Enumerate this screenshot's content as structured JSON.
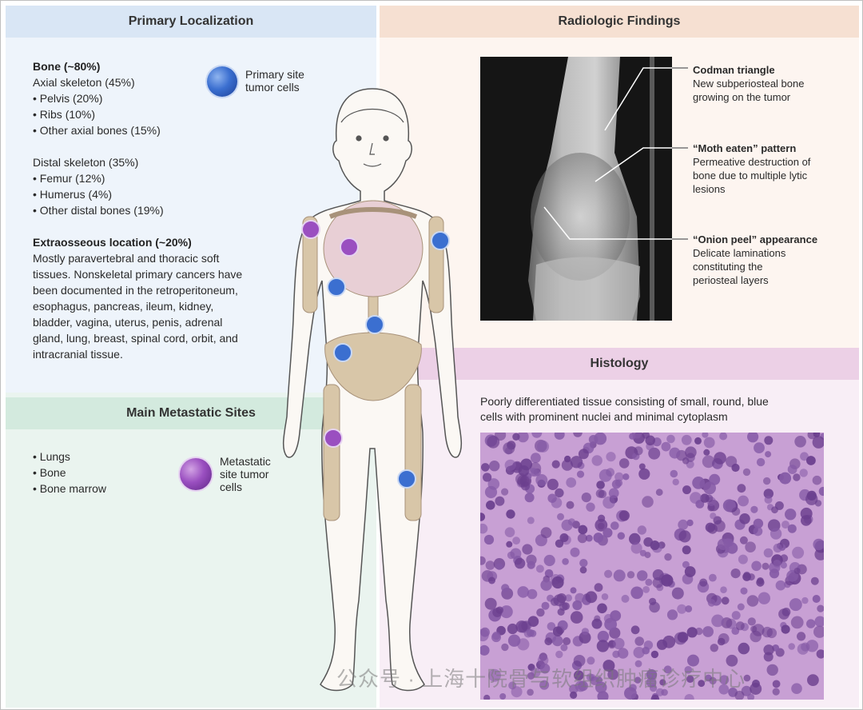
{
  "primary": {
    "header": "Primary Localization",
    "bone_heading": "Bone (~80%)",
    "axial": "Axial skeleton (45%)",
    "axial_items": [
      "• Pelvis (20%)",
      "• Ribs (10%)",
      "• Other axial bones (15%)"
    ],
    "distal": "Distal skeleton (35%)",
    "distal_items": [
      "• Femur (12%)",
      "• Humerus (4%)",
      "• Other distal bones (19%)"
    ],
    "extra_heading": "Extraosseous location (~20%)",
    "extra_lines": [
      "Mostly paravertebral and thoracic soft",
      "tissues. Nonskeletal primary cancers have",
      "been documented in the retroperitoneum,",
      "esophagus, pancreas, ileum, kidney,",
      "bladder, vagina, uterus, penis, adrenal",
      "gland, lung, breast, spinal cord, orbit, and",
      "intracranial tissue."
    ],
    "legend_lines": [
      "Primary site",
      "tumor cells"
    ]
  },
  "metastatic": {
    "header": "Main Metastatic Sites",
    "items": [
      "• Lungs",
      "• Bone",
      "• Bone marrow"
    ],
    "legend_lines": [
      "Metastatic",
      "site tumor",
      "cells"
    ]
  },
  "radiologic": {
    "header": "Radiologic Findings",
    "annotations": [
      {
        "title": "Codman triangle",
        "lines": [
          "New subperiosteal bone",
          "growing on the tumor"
        ]
      },
      {
        "title": "“Moth eaten” pattern",
        "lines": [
          "Permeative destruction of",
          "bone due to multiple lytic",
          "lesions"
        ]
      },
      {
        "title": "“Onion peel” appearance",
        "lines": [
          "Delicate laminations",
          "constituting the",
          "periosteal layers"
        ]
      }
    ]
  },
  "histology": {
    "header": "Histology",
    "caption_lines": [
      "Poorly differentiated tissue consisting of small, round, blue",
      "cells with prominent nuclei and minimal cytoplasm"
    ]
  },
  "watermark": "公众号 · 上海十院骨与软组织肿瘤诊疗中心",
  "colors": {
    "primary_cell": "#3b6fd0",
    "metastatic_cell": "#9a4fc0"
  }
}
